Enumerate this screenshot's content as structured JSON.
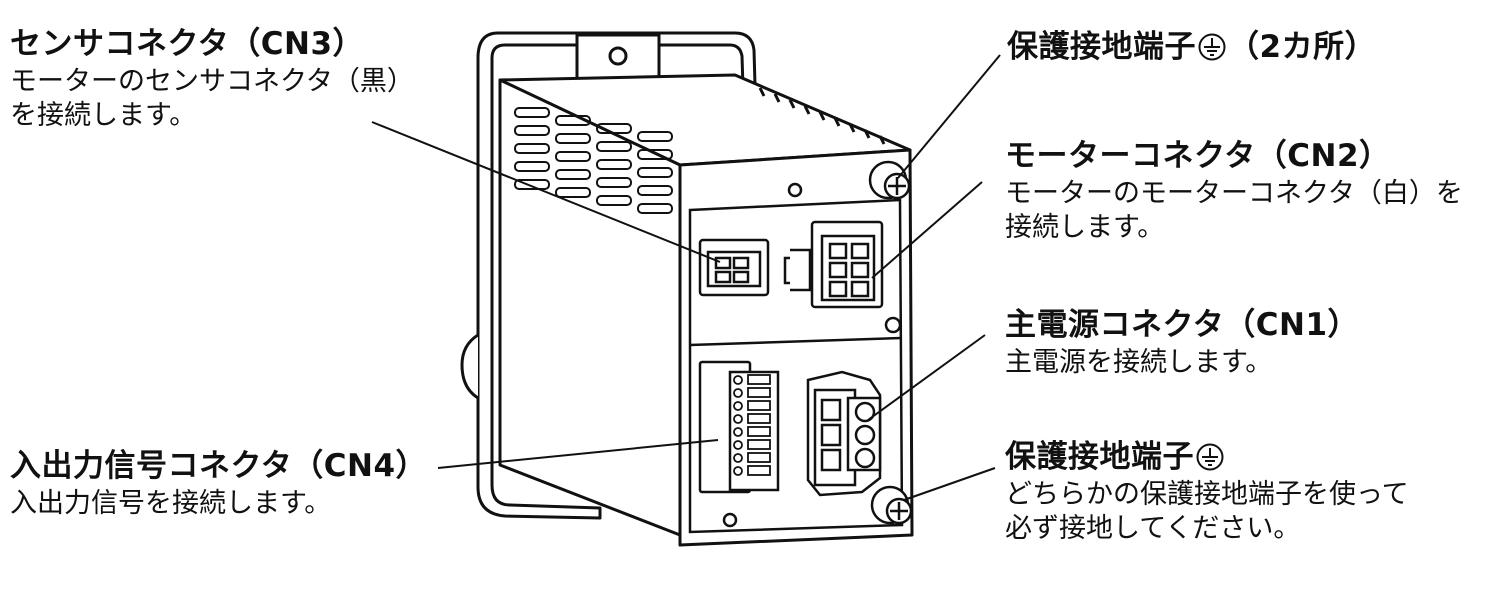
{
  "colors": {
    "ink": "#111111",
    "background": "#ffffff",
    "device_fill": "#ffffff"
  },
  "labels": {
    "cn3": {
      "title": "センサコネクタ（CN3）",
      "desc_line1": "モーターのセンサコネクタ（黒）",
      "desc_line2": "を接続します。"
    },
    "cn4": {
      "title": "入出力信号コネクタ（CN4）",
      "desc_line1": "入出力信号を接続します。"
    },
    "pe_top": {
      "title_prefix": "保護接地端子",
      "title_suffix": "（2カ所）",
      "icon": "protective-earth-icon"
    },
    "cn2": {
      "title": "モーターコネクタ（CN2）",
      "desc_line1": "モーターのモーターコネクタ（白）を",
      "desc_line2": "接続します。"
    },
    "cn1": {
      "title": "主電源コネクタ（CN1）",
      "desc_line1": "主電源を接続します。"
    },
    "pe_bottom": {
      "title_prefix": "保護接地端子",
      "icon": "protective-earth-icon",
      "desc_line1": "どちらかの保護接地端子を使って",
      "desc_line2": "必ず接地してください。"
    }
  }
}
